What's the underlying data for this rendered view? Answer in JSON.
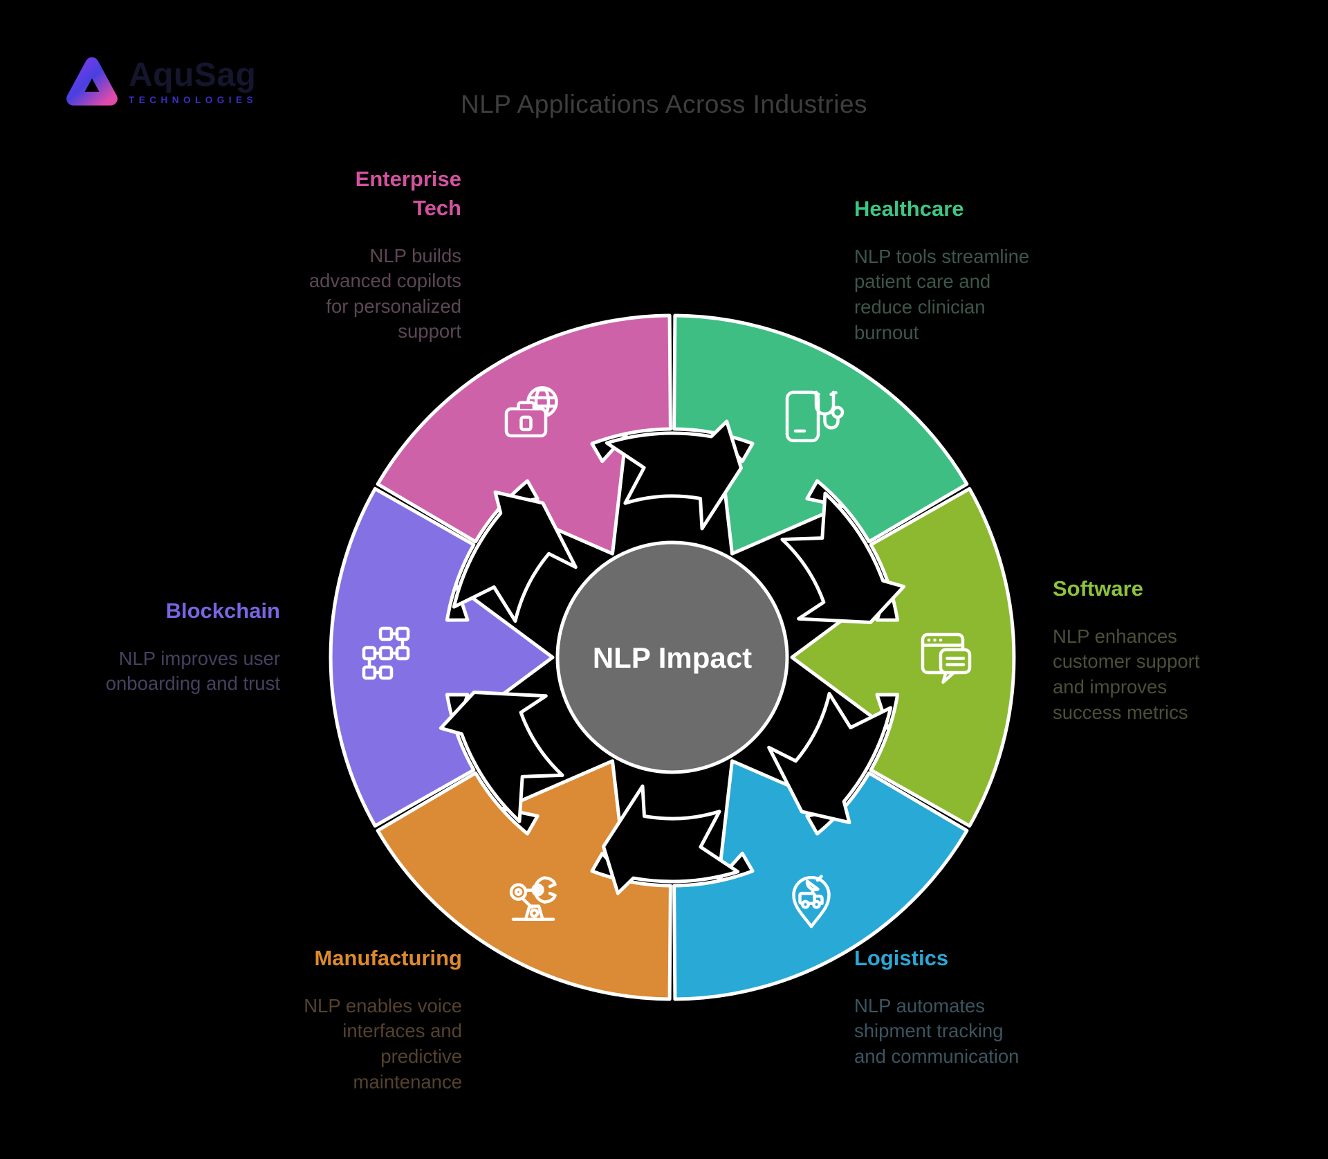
{
  "page": {
    "background": "#000000"
  },
  "logo": {
    "name": "AquSag",
    "subtitle": "TECHNOLOGIES"
  },
  "header": {
    "title": "NLP Applications Across Industries"
  },
  "center": {
    "label": "NLP Impact",
    "color": "#6C6C6C"
  },
  "wheel": {
    "segments": [
      {
        "id": "healthcare",
        "label": "Healthcare",
        "description": "NLP tools streamline\npatient care and\nreduce clinician\nburnout",
        "color": "#3FBE83",
        "title_color": "#3DC684",
        "desc_color": "#3E564A",
        "mid_angle": 300,
        "icon": "tablet-stethoscope-icon"
      },
      {
        "id": "software",
        "label": "Software",
        "description": "NLP enhances\ncustomer support\nand improves\nsuccess metrics",
        "color": "#8CB930",
        "title_color": "#8CC33C",
        "desc_color": "#4A5037",
        "mid_angle": 0,
        "icon": "browser-chat-icon"
      },
      {
        "id": "logistics",
        "label": "Logistics",
        "description": "NLP automates\nshipment tracking\nand communication",
        "color": "#29A9D6",
        "title_color": "#2BA7D6",
        "desc_color": "#3B5560",
        "mid_angle": 60,
        "icon": "pin-truck-icon"
      },
      {
        "id": "manufacturing",
        "label": "Manufacturing",
        "description": "NLP enables voice\ninterfaces and\npredictive\nmaintenance",
        "color": "#DB8A35",
        "title_color": "#DE8A2B",
        "desc_color": "#54422E",
        "mid_angle": 120,
        "icon": "robot-arm-icon"
      },
      {
        "id": "blockchain",
        "label": "Blockchain",
        "description": "NLP improves user\nonboarding and trust",
        "color": "#8472E4",
        "title_color": "#7765E2",
        "desc_color": "#454160",
        "mid_angle": 180,
        "icon": "blockchain-nodes-icon"
      },
      {
        "id": "enterprise-tech",
        "label": "Enterprise\nTech",
        "description": "NLP builds\nadvanced copilots\nfor personalized\nsupport",
        "color": "#CE62A9",
        "title_color": "#D452A1",
        "desc_color": "#5C4754",
        "mid_angle": 240,
        "icon": "briefcase-globe-icon"
      }
    ]
  }
}
